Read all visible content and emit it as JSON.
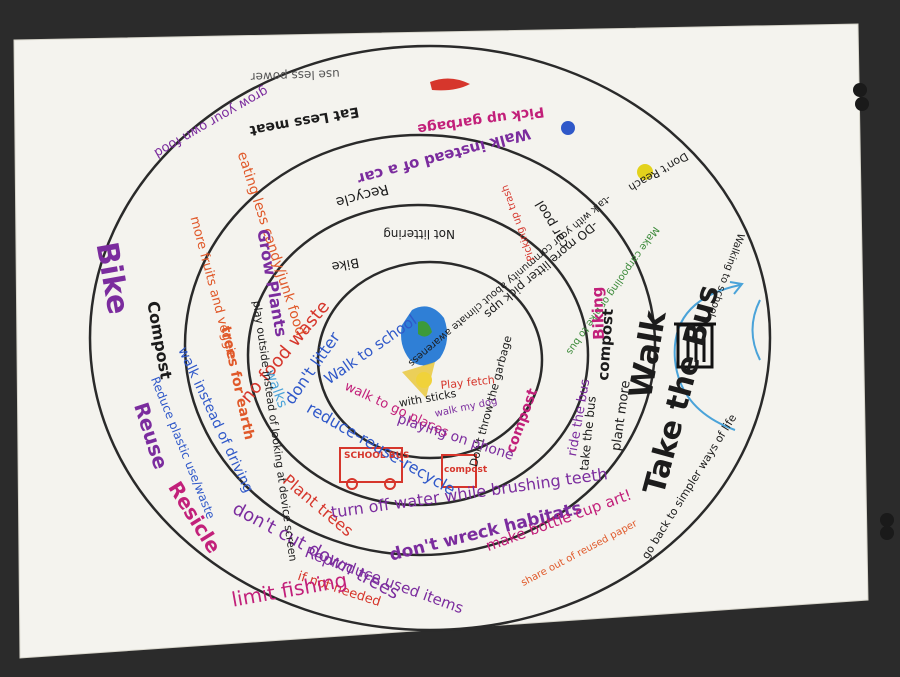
{
  "colors": {
    "table": "#2b2b2b",
    "paper": "#f4f3ee",
    "ring": "#2a2a2a",
    "purple": "#7b2c9e",
    "magenta": "#c2207a",
    "red": "#d6362c",
    "orange": "#e0592a",
    "blue": "#2f58c9",
    "green": "#3c8a3a",
    "black": "#1c1c1c",
    "yellow": "#d9b21e",
    "lightblue": "#4aa3d9"
  },
  "notes": {
    "bike": "Bike",
    "compost_left": "Compost",
    "reuse": "Reuse",
    "resicle": "Resicle",
    "dont_cut_trees": "don't cut down trees",
    "reproduce_items": "Reproduce used items",
    "if_not_needed": "if not needed",
    "limit_fishing": "limit fishing",
    "dont_wreck_habitats": "don't wreck habitats",
    "make_bottle_cup_art": "make bottle cup art!",
    "take_the_bus_big": "Take the Bus",
    "walk_big": "Walk",
    "plant_more": "plant more",
    "take_the_bus_small": "take the bus",
    "compost_right": "compost",
    "walk_instead_of_car": "Walk instead of a car",
    "eat_less_meat": "Eat Less meat",
    "grow_your_own_food": "grow your own food",
    "use_less_power": "use less power",
    "pick_up_garbage": "Pick up garbage",
    "dont_reach": "Don't Reach",
    "walking_to_school": "Walking to school",
    "make_carpooling": "Make carpooling or bike to bus",
    "do_more_litter_pickups": "-DO more litter pick ups",
    "talk_about_climate": "-talk with your community about climate awareness",
    "eating_less_junk_food": "eating less candy/junk food",
    "more_fruits": "more fruits and veggies",
    "trees_for_earth": "trees for earth",
    "walk_instead_of_driving": "walk instead of driving",
    "reduce_plastic": "Reduce plastic use/waste",
    "no_food_waste": "no food waste",
    "plant_trees": "Plant trees",
    "turn_off_water": "turn off water while brushing teeth",
    "walk_to_school": "Walk to school",
    "dont_litter": "don't litter",
    "grow_plants": "Grow Plants",
    "walks": "walks",
    "reduce_reuse_recycle": "reduce-reuse-recycle",
    "play_outside": "play outside instead of looking at device screen",
    "recycle": "Recycle",
    "not_littering": "Not littering",
    "bike_inner": "Bike",
    "car_pool": "car pool",
    "picking_up_trash": "Picking up trash",
    "ride_the_bus": "ride the bus",
    "biking": "Biking",
    "compost_inner": "compost",
    "dont_throw_garbage": "Don't throw the garbage",
    "play_fetch": "Play fetch",
    "with_sticks": "with sticks",
    "walking_dog": "walk my dog",
    "walk_to_go_places": "walk to go places",
    "playing_on_phone": "playing on phone",
    "school_bus": "SCHOOL BUS",
    "compost_bin": "compost",
    "go_back_to_simpler_ways": "go back to simpler ways of life",
    "share_paper": "share out of reused paper"
  }
}
